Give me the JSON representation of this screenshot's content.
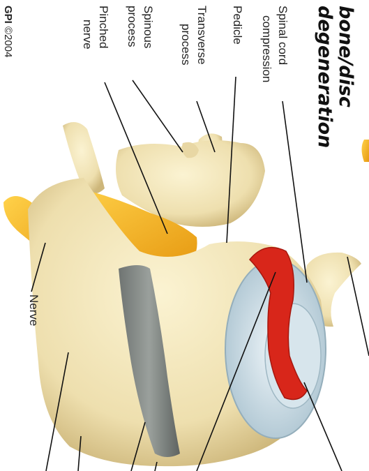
{
  "title": {
    "line1": "bone/disc",
    "line2": "degeneration"
  },
  "labels": {
    "spinal_cord_1": "Spinal cord",
    "spinal_cord_2": "compression",
    "pedicle": "Pedicle",
    "transverse_1": "Transverse",
    "transverse_2": "process",
    "spinous_1": "Spinous",
    "spinous_2": "process",
    "pinched_1": "Pinched",
    "pinched_2": "nerve",
    "nerve": "Nerve"
  },
  "copyright": {
    "brand": "GPI",
    "year": "©2004"
  },
  "colors": {
    "bone": "#efe3b6",
    "nerve": "#f4b51f",
    "disc": "#8a8e8c",
    "herniation": "#d8261a",
    "nucleus": "#cfe0ea"
  }
}
